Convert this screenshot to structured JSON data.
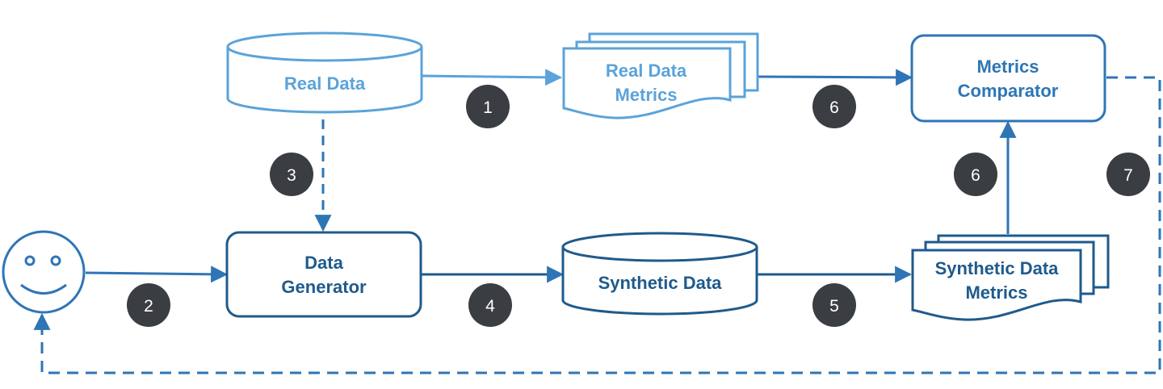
{
  "colors": {
    "light_blue": "#5ba3d9",
    "dark_blue": "#1f5a8c",
    "mid_blue": "#2e75b6",
    "badge": "#3a3d42",
    "badge_text": "#ffffff"
  },
  "nodes": {
    "real_data": {
      "label": "Real Data"
    },
    "real_data_metrics": {
      "label_line1": "Real Data",
      "label_line2": "Metrics"
    },
    "metrics_comparator": {
      "label_line1": "Metrics",
      "label_line2": "Comparator"
    },
    "data_generator": {
      "label_line1": "Data",
      "label_line2": "Generator"
    },
    "synthetic_data": {
      "label": "Synthetic Data"
    },
    "synthetic_data_metrics": {
      "label_line1": "Synthetic Data",
      "label_line2": "Metrics"
    },
    "user": {
      "icon": "smiley-face-icon"
    }
  },
  "steps": {
    "s1": "1",
    "s2": "2",
    "s3": "3",
    "s4": "4",
    "s5": "5",
    "s6a": "6",
    "s6b": "6",
    "s7": "7"
  }
}
